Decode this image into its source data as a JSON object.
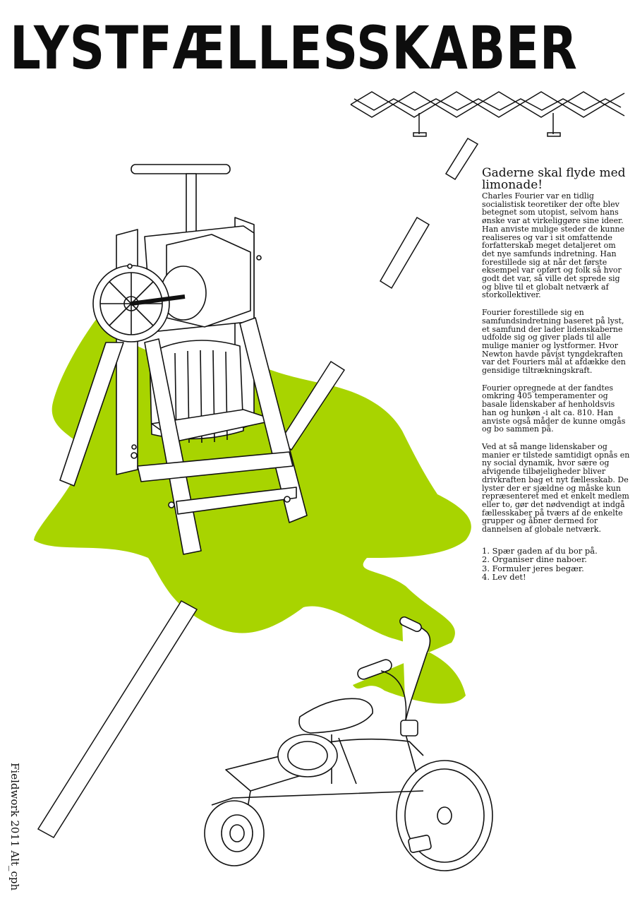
{
  "poster": {
    "title": "LYSTFÆLLESSKABER",
    "accent_color": "#a8d400",
    "credit": "Fieldwork 2011 Alt_cph"
  },
  "article": {
    "heading": "Gaderne skal flyde med limonade!",
    "paragraphs": [
      "Charles Fourier var en tidlig socialistisk teoretiker der ofte blev betegnet som utopist, selvom hans ønske var at virkeliggøre sine ideer. Han anviste mulige steder de kunne realiseres og var i sit omfattende forfatterskab meget detaljeret om det nye samfunds indretning. Han forestillede sig at når det første eksempel var opført og folk så hvor godt det var, så ville det sprede sig og blive til et globalt netværk af storkollektiver.",
      "Fourier forestillede sig en samfundsindretning baseret på lyst, et samfund der lader lidenskaberne udfolde sig og giver plads til alle mulige manier og lystformer. Hvor Newton havde påvist tyngdekraften var det Fouriers mål at afdække den gensidige tiltrækningskraft.",
      "Fourier opregnede at der fandtes omkring 405 temperamenter og basale lidenskaber af henholdsvis han og hunkøn -i alt ca. 810. Han anviste også måder de kunne omgås og bo sammen på.",
      "Ved at så mange lidenskaber og manier er tilstede samtidigt opnås en ny social dynamik, hvor sære og afvigende tilbøjeligheder bliver drivkraften bag et nyt fællesskab. De lyster der er sjældne og måske kun repræsenteret med et enkelt medlem eller to, gør det nødvendigt at indgå fællesskaber på tværs af de enkelte grupper og åbner dermed for dannelsen af globale netværk."
    ],
    "steps": [
      "1. Spær gaden af du bor på.",
      "2. Organiser dine naboer.",
      "3. Formuler jeres begær.",
      "4. Lev det!"
    ]
  },
  "illustrations": {
    "splash": "lime-splash",
    "press": "fruit-press-icon",
    "tricycle": "tricycle-icon",
    "barrier": "folding-barrier-icon",
    "planks": "wooden-plank-icon"
  }
}
